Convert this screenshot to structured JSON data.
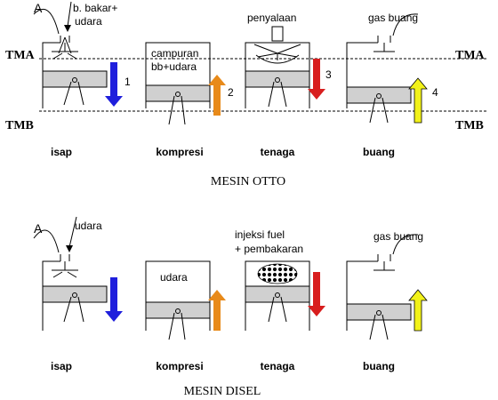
{
  "labels": {
    "tma": "TMA",
    "tmb": "TMB",
    "letter_a": "A"
  },
  "otto": {
    "title": "MESIN OTTO",
    "strokes": [
      {
        "name": "isap",
        "annotation": [
          "b. bakar+",
          "udara"
        ],
        "arrow_number": "1",
        "arrow_direction": "down",
        "arrow_color": "#1f1fdc",
        "piston_position": "top"
      },
      {
        "name": "kompresi",
        "annotation": [
          "campuran",
          "bb+udara"
        ],
        "arrow_number": "2",
        "arrow_direction": "up",
        "arrow_color": "#e88a1a",
        "piston_position": "bottom"
      },
      {
        "name": "tenaga",
        "annotation": [
          "penyalaan"
        ],
        "arrow_number": "3",
        "arrow_direction": "down",
        "arrow_color": "#d81e1e",
        "piston_position": "top"
      },
      {
        "name": "buang",
        "annotation": [
          "gas buang"
        ],
        "arrow_number": "4",
        "arrow_direction": "up",
        "arrow_color": "#f2f21a",
        "piston_position": "bottom"
      }
    ]
  },
  "disel": {
    "title": "MESIN DISEL",
    "strokes": [
      {
        "name": "isap",
        "annotation": [
          "udara"
        ],
        "arrow_direction": "down",
        "arrow_color": "#1f1fdc",
        "piston_position": "top"
      },
      {
        "name": "kompresi",
        "annotation": [
          "udara"
        ],
        "arrow_direction": "up",
        "arrow_color": "#e88a1a",
        "piston_position": "bottom"
      },
      {
        "name": "tenaga",
        "annotation": [
          "injeksi fuel",
          "+ pembakaran"
        ],
        "arrow_direction": "down",
        "arrow_color": "#d81e1e",
        "piston_position": "top"
      },
      {
        "name": "buang",
        "annotation": [
          "gas buang"
        ],
        "arrow_direction": "up",
        "arrow_color": "#f2f21a",
        "piston_position": "bottom"
      }
    ]
  }
}
